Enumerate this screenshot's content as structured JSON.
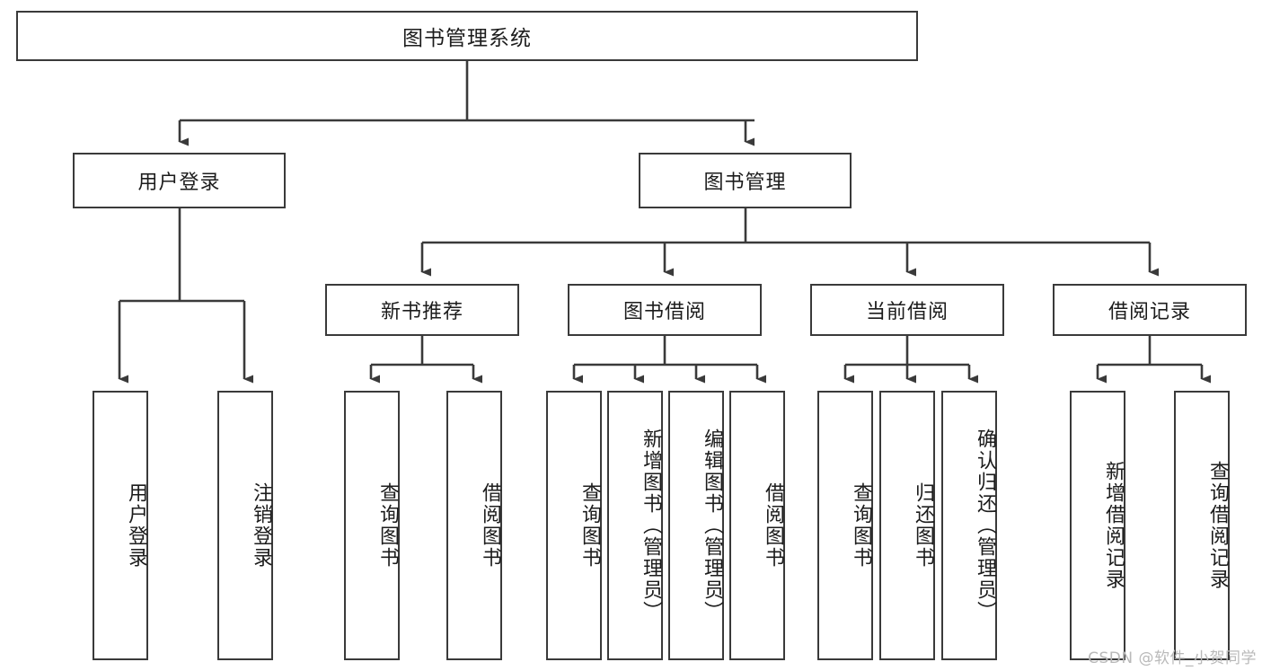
{
  "diagram": {
    "title": "图书管理系统",
    "type": "hierarchy-tree",
    "levels": 4,
    "root": {
      "id": "root",
      "label": "图书管理系统",
      "orientation": "horizontal"
    },
    "level2": [
      {
        "id": "user-login",
        "label": "用户登录",
        "orientation": "horizontal"
      },
      {
        "id": "book-management",
        "label": "图书管理",
        "orientation": "horizontal"
      }
    ],
    "level3": [
      {
        "id": "new-book-recommend",
        "label": "新书推荐",
        "orientation": "horizontal",
        "parent": "book-management"
      },
      {
        "id": "book-borrow",
        "label": "图书借阅",
        "orientation": "horizontal",
        "parent": "book-management"
      },
      {
        "id": "current-borrow",
        "label": "当前借阅",
        "orientation": "horizontal",
        "parent": "book-management"
      },
      {
        "id": "borrow-record",
        "label": "借阅记录",
        "orientation": "horizontal",
        "parent": "book-management"
      }
    ],
    "leaves": {
      "user_login": [
        {
          "id": "leaf-user-login",
          "label": "用户登录"
        },
        {
          "id": "leaf-logout-login",
          "label": "注销登录"
        }
      ],
      "new_book_recommend": [
        {
          "id": "leaf-query-book-1",
          "label": "查询图书"
        },
        {
          "id": "leaf-borrow-book-1",
          "label": "借阅图书"
        }
      ],
      "book_borrow": [
        {
          "id": "leaf-query-book-2",
          "label": "查询图书"
        },
        {
          "id": "leaf-add-book",
          "label": "新增图书（管理员）"
        },
        {
          "id": "leaf-edit-book",
          "label": "编辑图书（管理员）"
        },
        {
          "id": "leaf-borrow-book-2",
          "label": "借阅图书"
        }
      ],
      "current_borrow": [
        {
          "id": "leaf-query-book-3",
          "label": "查询图书"
        },
        {
          "id": "leaf-return-book",
          "label": "归还图书"
        },
        {
          "id": "leaf-confirm-return",
          "label": "确认归还（管理员）"
        }
      ],
      "borrow_record": [
        {
          "id": "leaf-add-record",
          "label": "新增借阅记录"
        },
        {
          "id": "leaf-query-record",
          "label": "查询借阅记录"
        }
      ]
    }
  },
  "watermark": {
    "text": "CSDN @软件_小贺同学"
  },
  "colors": {
    "stroke": "#3a3a3a",
    "background": "#ffffff",
    "text": "#1c1c1c",
    "watermark": "#b9b9b9"
  }
}
